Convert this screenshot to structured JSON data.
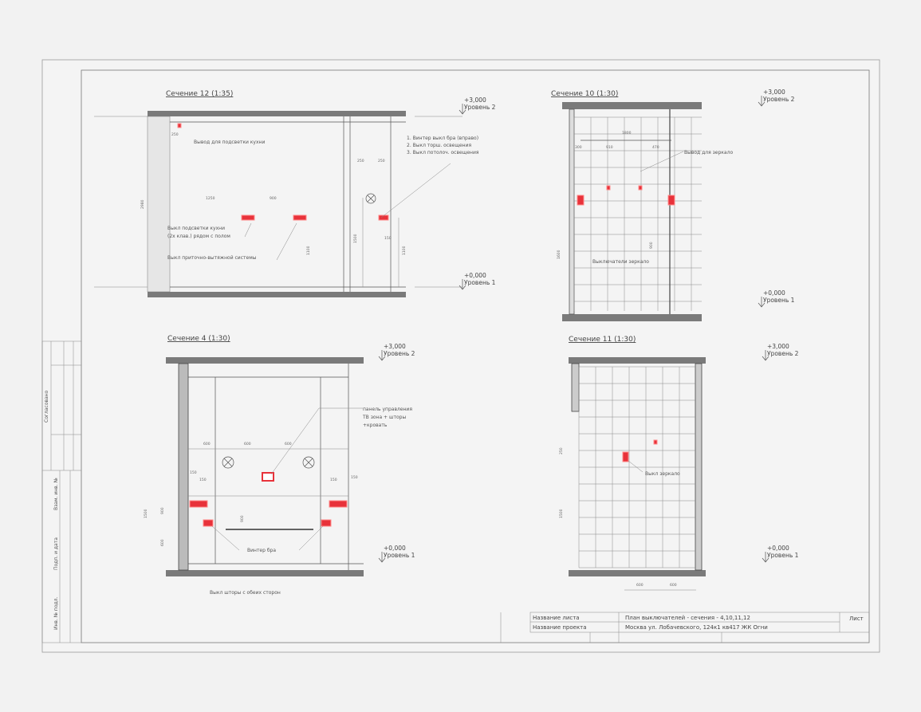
{
  "sheet": {
    "side_stamps": [
      "Согласовано",
      "Взам. инв. №",
      "Подп. и дата",
      "Инв. № подл."
    ]
  },
  "levels": {
    "top_value": "+3,000",
    "top_name": "Уровень 2",
    "bottom_value": "+0,000",
    "bottom_name": "Уровень 1"
  },
  "sections": {
    "s12": {
      "title": "Сечение 12 (1:35)",
      "notes": {
        "kitchen_output": "Вывод для подсветки кухни",
        "list1": "1. Винтер выкл бра (вправо)",
        "list2": "2. Выкл торш. освещения",
        "list3": "3. Выкл потолоч. освещения",
        "kitchen_switch1": "Выкл подсветки кухни",
        "kitchen_switch2": "(2х клав.) рядом с полом",
        "vent_switch": "Выкл приточно-вытяжной системы"
      },
      "dims": [
        "250",
        "1250",
        "900",
        "250",
        "250",
        "1500",
        "150",
        "1100",
        "1100",
        "2980"
      ]
    },
    "s10": {
      "title": "Сечение 10 (1:30)",
      "notes": {
        "mirror_output": "Вывод для зеркало",
        "mirror_switches": "Выключатели зеркало"
      },
      "dims": [
        "1800",
        "300",
        "910",
        "470",
        "1600",
        "900"
      ]
    },
    "s4": {
      "title": "Сечение 4 (1:30)",
      "notes": {
        "panel1": "панель управления",
        "panel2": "ТВ зона + шторы",
        "panel3": "+кровать",
        "sconce": "Винтер бра",
        "curtains": "Выкл шторы с обеих сторон"
      },
      "dims": [
        "600",
        "600",
        "600",
        "150",
        "150",
        "150",
        "150",
        "1500",
        "900",
        "600",
        "900"
      ]
    },
    "s11": {
      "title": "Сечение 11 (1:30)",
      "notes": {
        "mirror_switch": "Выкл зеркало"
      },
      "dims": [
        "250",
        "1500",
        "600",
        "600"
      ]
    }
  },
  "title_block": {
    "sheet_name_label": "Название листа",
    "sheet_name_value": "План выключателей - сечения - 4,10,11,12",
    "sheet_label": "Лист",
    "project_label": "Название проекта",
    "project_value": "Москва ул. Лобачевского, 124к1 кв417 ЖК Огни"
  },
  "colors": {
    "accent": "#e8323a",
    "slab": "#7a7a7a",
    "background": "#f2f2f2"
  }
}
